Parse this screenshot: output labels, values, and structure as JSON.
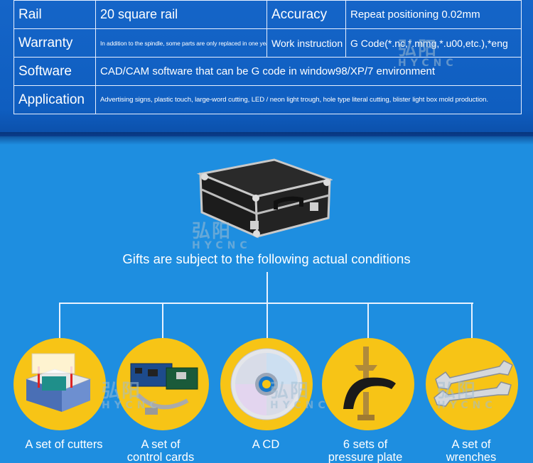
{
  "spec_table": {
    "rail_label": "Rail",
    "rail_value": "20 square rail",
    "accuracy_label": "Accuracy",
    "accuracy_value": "Repeat positioning 0.02mm",
    "warranty_label": "Warranty",
    "warranty_value": "In addition to the spindle, some parts are only replaced in one year.",
    "work_instruction_label": "Work instruction",
    "work_instruction_value": "G Code(*.nc,*.mmg,*.u00,etc.),*eng",
    "software_label": "Software",
    "software_value": "CAD/CAM software that can be G code in window98/XP/7 environment",
    "application_label": "Application",
    "application_value": "Advertising signs, plastic touch, large-word cutting, LED / neon light trough, hole type literal cutting, blister light box mold production."
  },
  "gifts": {
    "title": "Gifts are subject to the following actual conditions",
    "items": [
      {
        "label_line1": "A set of cutters",
        "label_line2": "",
        "icon": "cutters-box-icon"
      },
      {
        "label_line1": "A set of",
        "label_line2": "control cards",
        "icon": "control-card-icon"
      },
      {
        "label_line1": "A CD",
        "label_line2": "",
        "icon": "cd-icon"
      },
      {
        "label_line1": "6 sets of",
        "label_line2": "pressure plate",
        "icon": "pressure-plate-icon"
      },
      {
        "label_line1": "A set of",
        "label_line2": "wrenches",
        "icon": "wrench-icon"
      }
    ]
  },
  "watermark": {
    "zh": "弘阳",
    "en": "HYCNC"
  },
  "colors": {
    "header_blue": "#1565c8",
    "body_blue": "#1e8ee0",
    "circle_yellow": "#f7c416",
    "line": "#e8f2ff"
  }
}
